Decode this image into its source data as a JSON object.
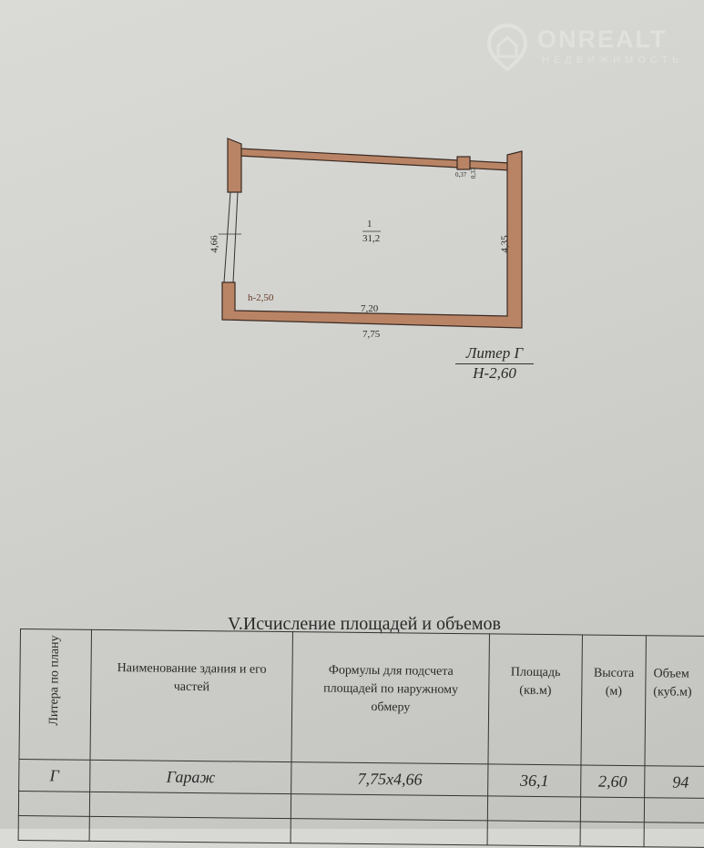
{
  "watermark": {
    "brand": "ONREALT",
    "tagline": "НЕДВИЖИМОСТЬ"
  },
  "plan": {
    "room_number": "1",
    "room_area": "31,2",
    "dim_left": "4,66",
    "dim_right": "4,35",
    "dim_inner_bottom": "7,20",
    "dim_outer_bottom": "7,75",
    "inner_height": "h-2,50",
    "small_a": "0,37",
    "small_b": "0,33",
    "liter_label": "Литер Г",
    "liter_height": "Н-2,60",
    "wall_color": "#b98465"
  },
  "section_title": "V.Исчисление площадей и объемов",
  "table": {
    "headers": [
      "Литера по плану",
      "Наименование здания и его частей",
      "Формулы для подсчета площадей по наружному обмеру",
      "Площадь (кв.м)",
      "Высота (м)",
      "Объем (куб.м)"
    ],
    "rows": [
      {
        "liter": "Г",
        "name": "Гараж",
        "formula": "7,75х4,66",
        "area": "36,1",
        "height": "2,60",
        "volume": "94"
      }
    ]
  }
}
